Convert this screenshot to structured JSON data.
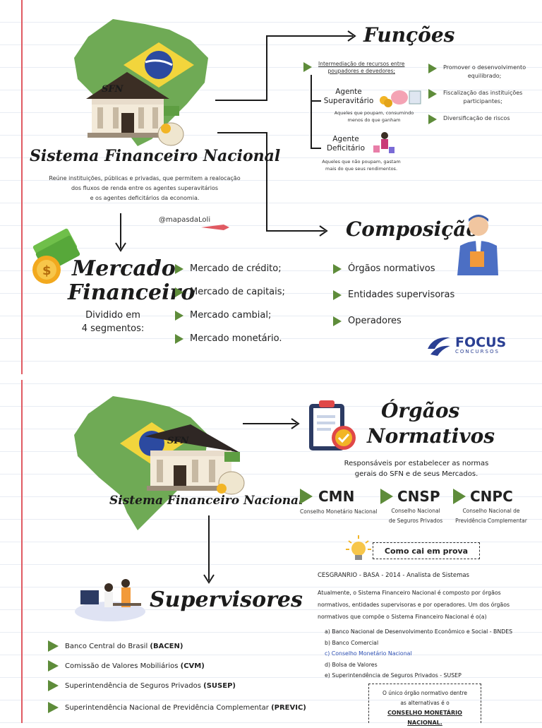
{
  "sfn_label": "SFN",
  "top": {
    "title": "Sistema Financeiro Nacional",
    "description": [
      "Reúne instituições, públicas e privadas, que permitem a realocação",
      "dos fluxos de renda entre os agentes superavitários",
      "e os agentes deficitários da economia."
    ],
    "handle": "@mapasdaLoli",
    "funcoes": {
      "title": "Funções",
      "intermediacao": [
        "Intermediação de recursos entre",
        "poupadores e devedores;"
      ],
      "agente_sup_title": [
        "Agente",
        "Superavitário"
      ],
      "agente_sup_desc": [
        "Aqueles que poupam, consumindo",
        "menos do que ganham"
      ],
      "agente_def_title": [
        "Agente",
        "Deficitário"
      ],
      "agente_def_desc": [
        "Aqueles que não poupam, gastam",
        "mais do que seus rendimentos."
      ],
      "right_items": [
        [
          "Promover o desenvolvimento",
          "equilibrado;"
        ],
        [
          "Fiscalização das instituições",
          "participantes;"
        ],
        [
          "Diversificação de riscos"
        ]
      ]
    },
    "mercado": {
      "title_line1": "Mercado",
      "title_line2": "Financeiro",
      "subtitle": [
        "Dividido em",
        "4 segmentos:"
      ],
      "items": [
        "Mercado de crédito;",
        "Mercado de capitais;",
        "Mercado cambial;",
        "Mercado monetário."
      ]
    },
    "composicao": {
      "title": "Composição",
      "items": [
        "Órgãos normativos",
        "Entidades supervisoras",
        "Operadores"
      ]
    },
    "logo": {
      "name": "FOCUS",
      "sub": "CONCURSOS"
    }
  },
  "bottom": {
    "title": "Sistema Financeiro Nacional",
    "orgaos": {
      "title_line1": "Órgãos",
      "title_line2": "Normativos",
      "desc": [
        "Responsáveis por estabelecer as normas",
        "gerais do SFN e de seus Mercados."
      ],
      "items": [
        {
          "abbr": "CMN",
          "name": [
            "Conselho Monetário Nacional"
          ]
        },
        {
          "abbr": "CNSP",
          "name": [
            "Conselho Nacional",
            "de Seguros Privados"
          ]
        },
        {
          "abbr": "CNPC",
          "name": [
            "Conselho Nacional de",
            "Previdência Complementar"
          ]
        }
      ]
    },
    "supervisores": {
      "title": "Supervisores",
      "items": [
        {
          "text": "Banco Central do Brasil ",
          "bold": "(BACEN)"
        },
        {
          "text": "Comissão de Valores Mobiliários ",
          "bold": "(CVM)"
        },
        {
          "text": "Superintendência de Seguros Privados ",
          "bold": "(SUSEP)"
        },
        {
          "text": "Superintendência Nacional de Previdência Complementar ",
          "bold": "(PREVIC)"
        }
      ]
    },
    "prova": {
      "label": "Como cai em prova",
      "source": "CESGRANRIO - BASA - 2014 - Analista de Sistemas",
      "question": [
        "Atualmente, o Sistema Financeiro Nacional é composto por órgãos",
        "normativos, entidades supervisoras e por operadores. Um dos órgãos",
        "normativos que compõe o Sistema Financeiro Nacional é o(a)"
      ],
      "options": [
        "a) Banco Nacional de Desenvolvimento Econômico e Social - BNDES",
        "b) Banco Comercial",
        "c) Conselho Monetário Nacional",
        "d) Bolsa de Valores",
        "e) Superintendência de Seguros Privados - SUSEP"
      ],
      "note": [
        "O único órgão normativo dentre",
        "as alternativas é o"
      ],
      "note_answer": "CONSELHO MONETÁRIO NACIONAL."
    }
  },
  "colors": {
    "green": "#5e8c3a",
    "margin": "#e05a62",
    "answer": "#2d4fb3",
    "logo": "#2a3f93"
  }
}
